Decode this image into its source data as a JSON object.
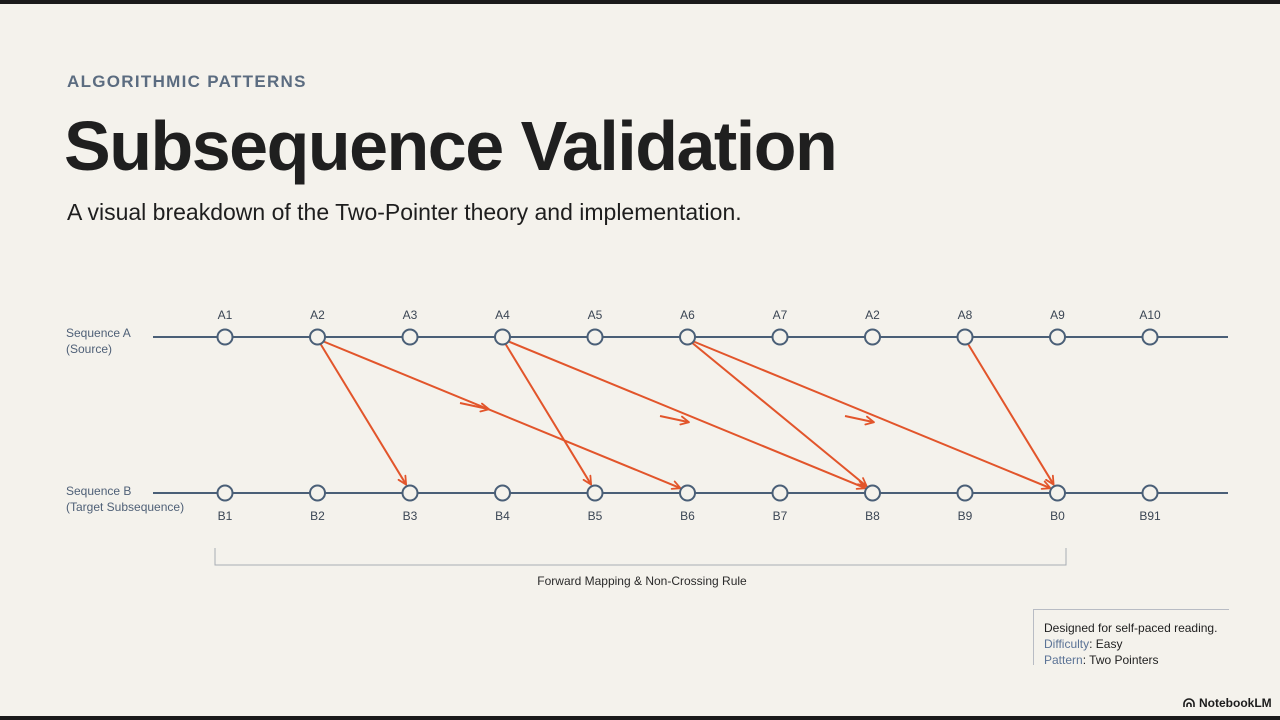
{
  "header": {
    "eyebrow": "ALGORITHMIC PATTERNS",
    "title": "Subsequence Validation",
    "subtitle": "A visual breakdown of the Two-Pointer theory and implementation."
  },
  "diagram": {
    "sequence_a": {
      "label_line1": "Sequence A",
      "label_line2": "(Source)",
      "nodes": [
        "A1",
        "A2",
        "A3",
        "A4",
        "A5",
        "A6",
        "A7",
        "A2",
        "A8",
        "A9",
        "A10"
      ]
    },
    "sequence_b": {
      "label_line1": "Sequence B",
      "label_line2": "(Target Subsequence)",
      "nodes": [
        "B1",
        "B2",
        "B3",
        "B4",
        "B5",
        "B6",
        "B7",
        "B8",
        "B9",
        "B0",
        "B91"
      ]
    },
    "mappings": [
      {
        "from": 1,
        "to": 2
      },
      {
        "from": 1,
        "to": 5
      },
      {
        "from": 3,
        "to": 4
      },
      {
        "from": 3,
        "to": 7
      },
      {
        "from": 5,
        "to": 7
      },
      {
        "from": 5,
        "to": 9
      },
      {
        "from": 8,
        "to": 9
      }
    ],
    "caption": "Forward Mapping & Non-Crossing Rule",
    "colors": {
      "line": "#4a5f77",
      "node_fill": "#f4f2ec",
      "arrow": "#e2552b"
    }
  },
  "info": {
    "line1": "Designed for self-paced reading.",
    "difficulty_key": "Difficulty",
    "difficulty_value": "Easy",
    "pattern_key": "Pattern",
    "pattern_value": "Two Pointers"
  },
  "brand": {
    "name": "NotebookLM",
    "icon": "notebooklm-logo-icon"
  }
}
